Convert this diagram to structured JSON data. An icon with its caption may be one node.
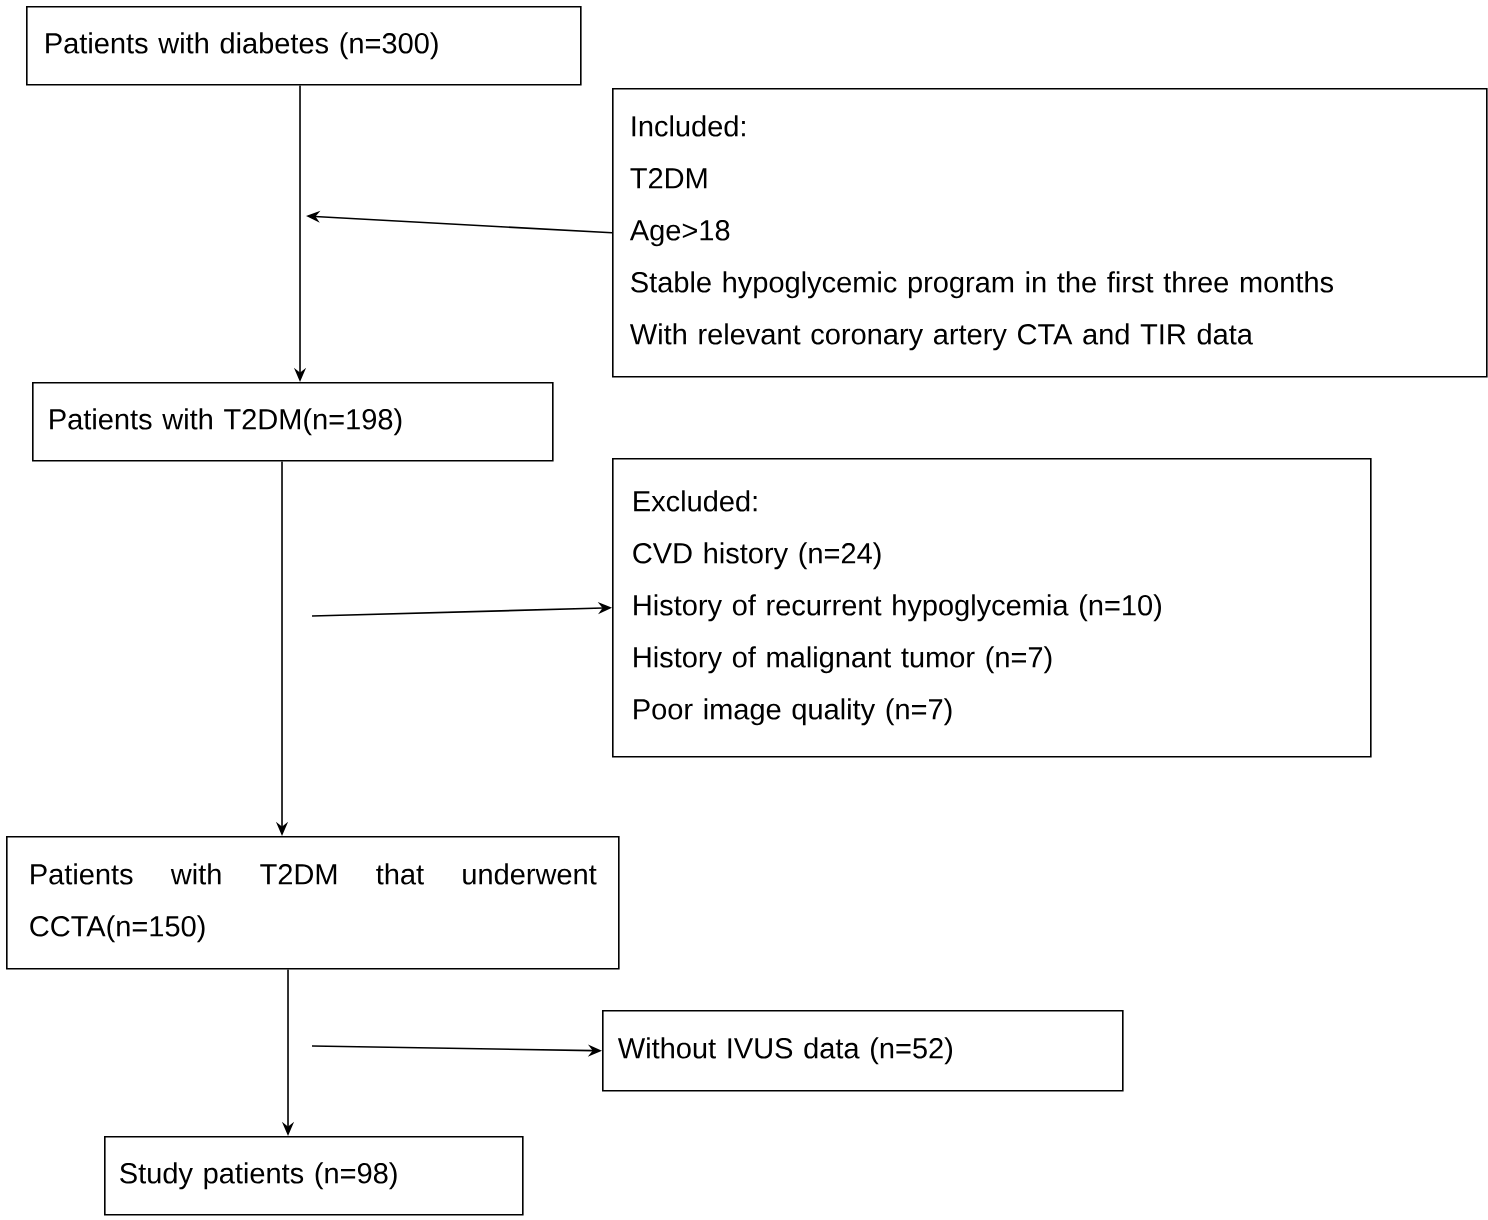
{
  "diagram": {
    "nodes": [
      {
        "text": [
          "Patients with diabetes (n=300)"
        ]
      },
      {
        "text": [
          "Included:",
          "T2DM",
          "Age>18",
          "Stable hypoglycemic program in the first three months",
          "With relevant coronary artery CTA and TIR data"
        ]
      },
      {
        "text": [
          "Patients with T2DM(n=198)"
        ]
      },
      {
        "text": [
          "Excluded:",
          "CVD history (n=24)",
          "History of recurrent hypoglycemia (n=10)",
          "History of malignant tumor (n=7)",
          "Poor image quality (n=7)"
        ]
      },
      {
        "text": [
          "Patients with T2DM that underwent CCTA(n=150)"
        ]
      },
      {
        "text": [
          "Without IVUS data (n=52)"
        ]
      },
      {
        "text": [
          "Study patients (n=98)"
        ]
      }
    ],
    "edges": [
      {
        "from": 0,
        "to": 2,
        "arrow": "to"
      },
      {
        "from": 1,
        "to": null,
        "arrow": "to"
      },
      {
        "from": 2,
        "to": 4,
        "arrow": "to"
      },
      {
        "from": null,
        "to": 3,
        "arrow": "to"
      },
      {
        "from": 4,
        "to": 6,
        "arrow": "to"
      },
      {
        "from": null,
        "to": 5,
        "arrow": "to"
      }
    ]
  }
}
